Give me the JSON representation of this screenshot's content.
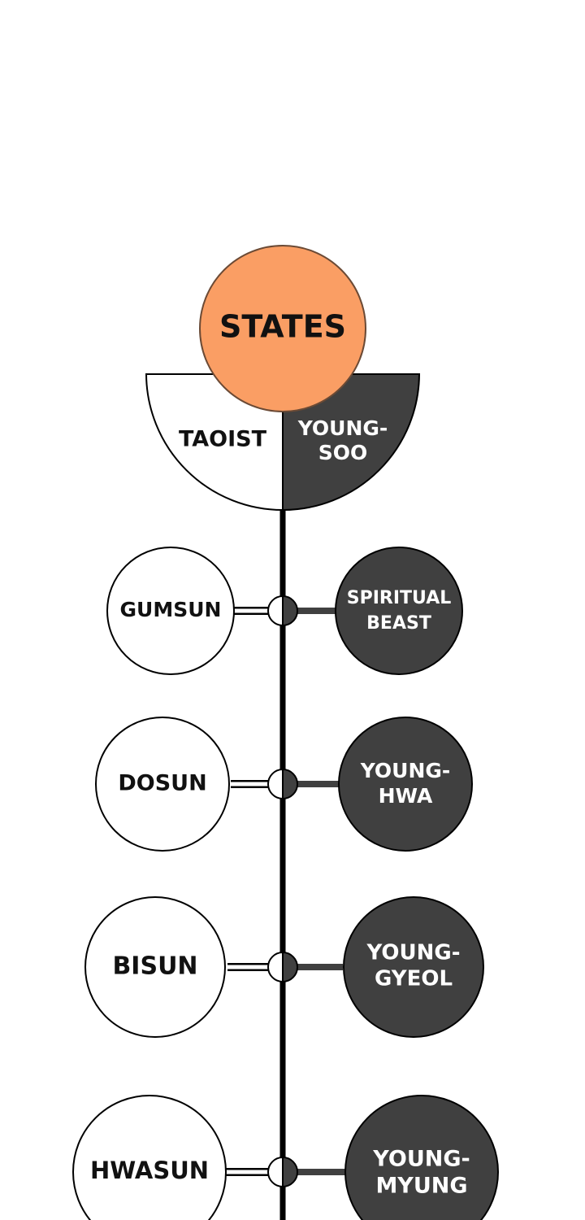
{
  "colors": {
    "background": "#ffffff",
    "title_fill": "#fa9e64",
    "light_fill": "#ffffff",
    "dark_fill": "#404040",
    "line": "#000000",
    "light_text": "#111111",
    "dark_text": "#ffffff"
  },
  "title": "STATES",
  "header": {
    "left": "TAOIST",
    "right_line1": "YOUNG-",
    "right_line2": "SOO"
  },
  "rows": [
    {
      "left": "GUMSUN",
      "right_line1": "SPIRITUAL",
      "right_line2": "BEAST"
    },
    {
      "left": "DOSUN",
      "right_line1": "YOUNG-",
      "right_line2": "HWA"
    },
    {
      "left": "BISUN",
      "right_line1": "YOUNG-",
      "right_line2": "GYEOL"
    },
    {
      "left": "HWASUN",
      "right_line1": "YOUNG-",
      "right_line2": "MYUNG"
    }
  ]
}
